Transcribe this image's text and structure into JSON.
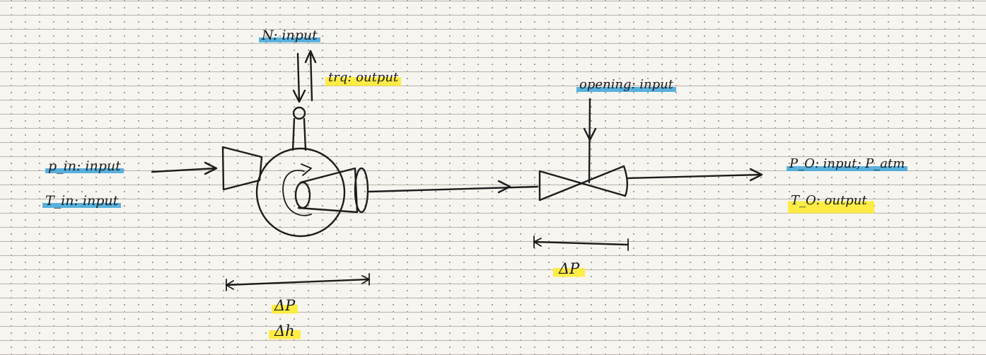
{
  "labels": {
    "n_input": "N: input",
    "trq_output": "trq: output",
    "opening_input": "opening: input",
    "p_in_input": "p_in: input",
    "t_in_input": "T_in: input",
    "p_o_input": "P_O: input; P_atm",
    "t_o_output": "T_O: output",
    "compressor_dp": "ΔP",
    "compressor_dh": "Δh",
    "valve_dp": "ΔP"
  },
  "highlight_colors": {
    "input": "#48aadc",
    "output": "#ffec3c"
  },
  "ink_color": "#1c1c1c"
}
